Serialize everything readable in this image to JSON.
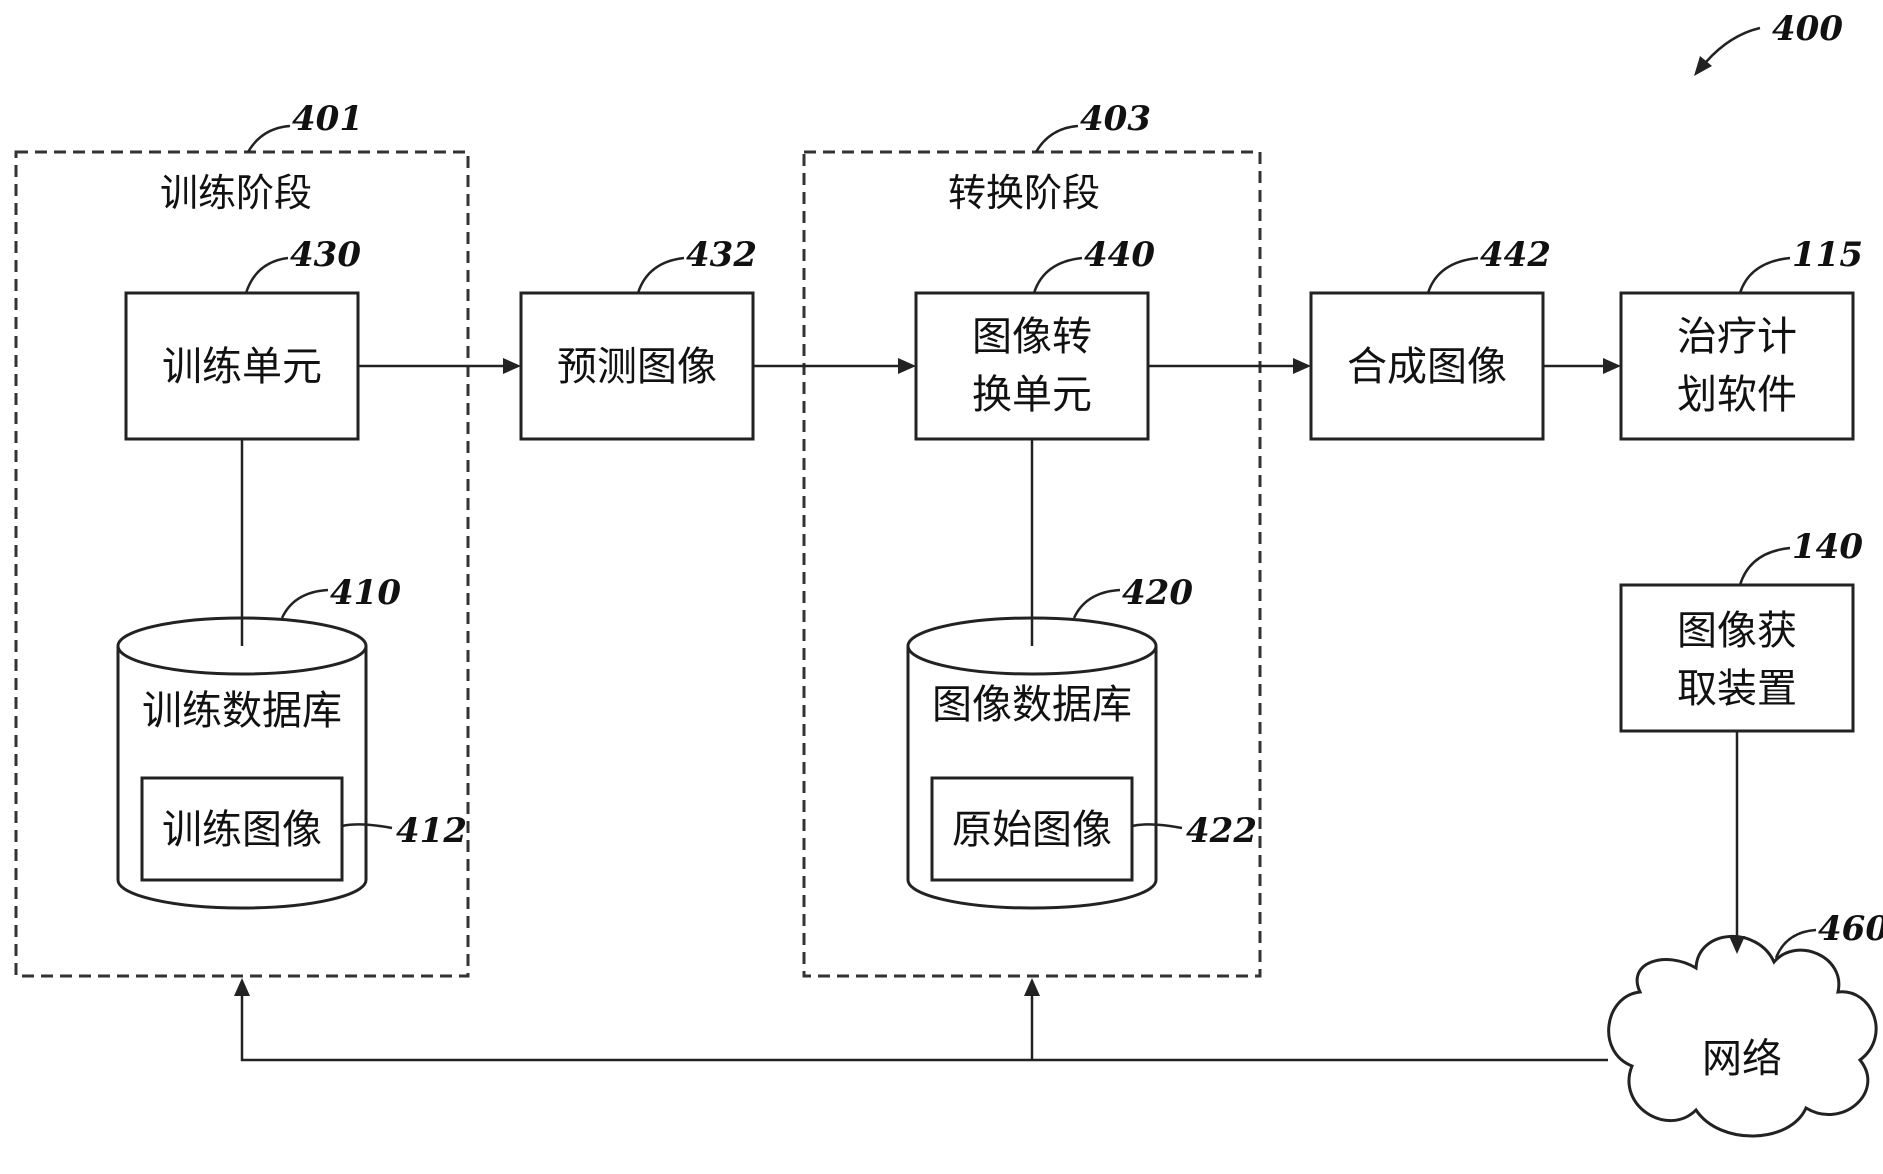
{
  "figure_ref": "400",
  "training_stage": {
    "ref": "401",
    "title": "训练阶段"
  },
  "conversion_stage": {
    "ref": "403",
    "title": "转换阶段"
  },
  "training_unit": {
    "ref": "430",
    "label": "训练单元"
  },
  "predicted_image": {
    "ref": "432",
    "label": "预测图像"
  },
  "image_conversion_unit": {
    "ref": "440",
    "label_line1": "图像转",
    "label_line2": "换单元"
  },
  "synthetic_image": {
    "ref": "442",
    "label": "合成图像"
  },
  "treatment_planning_software": {
    "ref": "115",
    "label_line1": "治疗计",
    "label_line2": "划软件"
  },
  "image_acquisition_device": {
    "ref": "140",
    "label_line1": "图像获",
    "label_line2": "取装置"
  },
  "training_database": {
    "ref": "410",
    "label": "训练数据库"
  },
  "training_images": {
    "ref": "412",
    "label": "训练图像"
  },
  "image_database": {
    "ref": "420",
    "label": "图像数据库"
  },
  "original_images": {
    "ref": "422",
    "label": "原始图像"
  },
  "network": {
    "ref": "460",
    "label": "网络"
  }
}
